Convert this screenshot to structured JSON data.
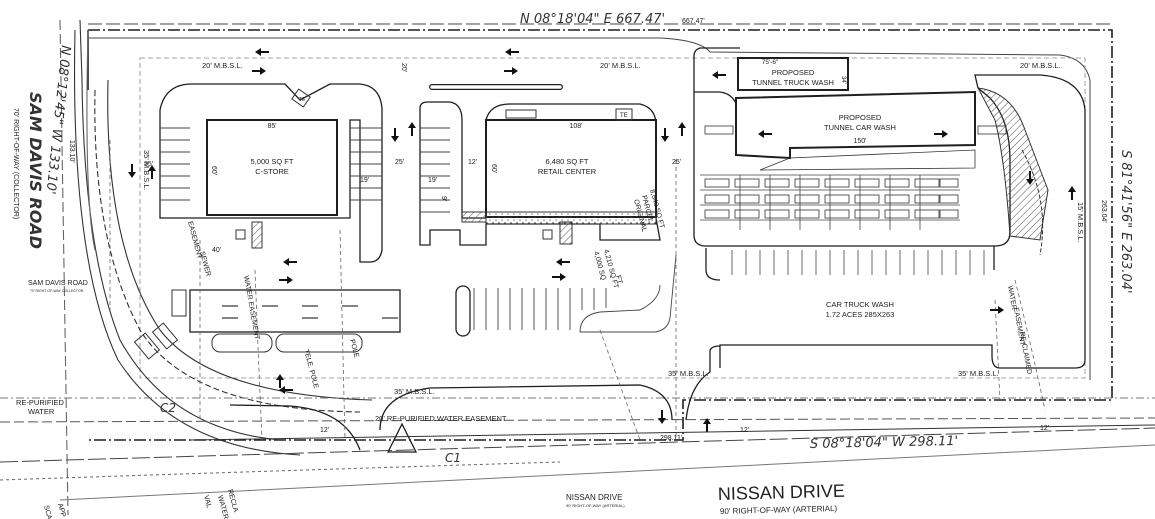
{
  "colors": {
    "line": "#1f1f1f",
    "light": "#8a8a8a",
    "hatch": "#555555",
    "text": "#222222"
  },
  "boundary": {
    "north": "N 08°18'04\" E 667.47'",
    "north_dim": "667.47'",
    "east": "S 81°41'56\" E 263.04'",
    "east_dim": "263.04'",
    "west": "N 08°12'45\" W 133.10'",
    "west_dim": "133.10'",
    "south": "S 08°18'04\" W 298.11'",
    "south_dim": "298.11'"
  },
  "roads": {
    "sam_davis": "SAM DAVIS ROAD",
    "sam_davis_row": "70' RIGHT-OF-WAY (COLLECTOR)",
    "sam_davis_small": "SAM DAVIS ROAD",
    "sam_davis_small_row": "70' RIGHT-OF-WAY COLLECTOR",
    "nissan": "NISSAN DRIVE",
    "nissan_row": "90' RIGHT-OF-WAY (ARTERIAL)",
    "nissan_small": "NISSAN DRIVE",
    "nissan_small_row": "90' RIGHT-OF-WAY (ARTERIAL)"
  },
  "setbacks": {
    "mbsl_20_a": "20' M.B.S.L.",
    "mbsl_20_b": "20' M.B.S.L.",
    "mbsl_20_c": "20' M.B.S.L.",
    "mbsl_35_a": "35' M.B.S.L.",
    "mbsl_35_b": "35' M.B.S.L.",
    "mbsl_35_c": "35' M.B.S.L.",
    "mbsl_35_d": "35' M.B.S.L.",
    "mbsl_15": "15' M.B.S.L."
  },
  "buildings": {
    "cstore": {
      "size": "5,000 SQ FT",
      "name": "C-STORE",
      "width": "85'",
      "depth": "60'"
    },
    "retail": {
      "size": "6,480 SQ FT",
      "name": "RETAIL CENTER",
      "width": "108'",
      "depth": "60'"
    },
    "truck_wash": {
      "name": "PROPOSED",
      "sub": "TUNNEL TRUCK WASH",
      "width": "75'-6\"",
      "depth": "34'"
    },
    "car_wash": {
      "name": "PROPOSED",
      "sub": "TUNNEL CAR WASH",
      "width": "150'"
    },
    "te_label": "TE",
    "te_label_2": "TE"
  },
  "site": {
    "car_truck_wash": "CAR TRUCK WASH",
    "acres": "1.72 ACES 285X263",
    "parcel_a": "8,640 SQ FT",
    "parcel_b": "PARCEL",
    "parcel_c": "4,210 SQ FT",
    "parcel_d": "4,000 SQ",
    "parcel_e": "ORIGINAL",
    "parcel_f": "FT"
  },
  "dims": {
    "d20": "20'",
    "d25a": "25'",
    "d25b": "25'",
    "d19a": "19'",
    "d19b": "19'",
    "d12a": "12'",
    "d12b": "12'",
    "d12c": "12'",
    "d12d": "12'",
    "d35": "35'",
    "d9": "9'",
    "d40": "40'"
  },
  "easements": {
    "sewer": "SEWER",
    "sewer_ease": "EASEMENT",
    "water": "WATER EASEMENT",
    "repurified": "20' RE-PURIFIED WATER EASEMENT",
    "repurified_left_1": "RE-PURIFIED",
    "repurified_left_2": "WATER",
    "reclaimed_1": "RE-CLAIMED",
    "reclaimed_2": "WATER",
    "reclaimed_3": "EASEMENT",
    "pole_1": "TELE. POLE",
    "pole_2": "POLE",
    "c1": "C1",
    "c2": "C2",
    "recla": "RECLA",
    "water_v": "WATER",
    "val": "VAL",
    "app": "APP",
    "scal": "SCAL"
  }
}
